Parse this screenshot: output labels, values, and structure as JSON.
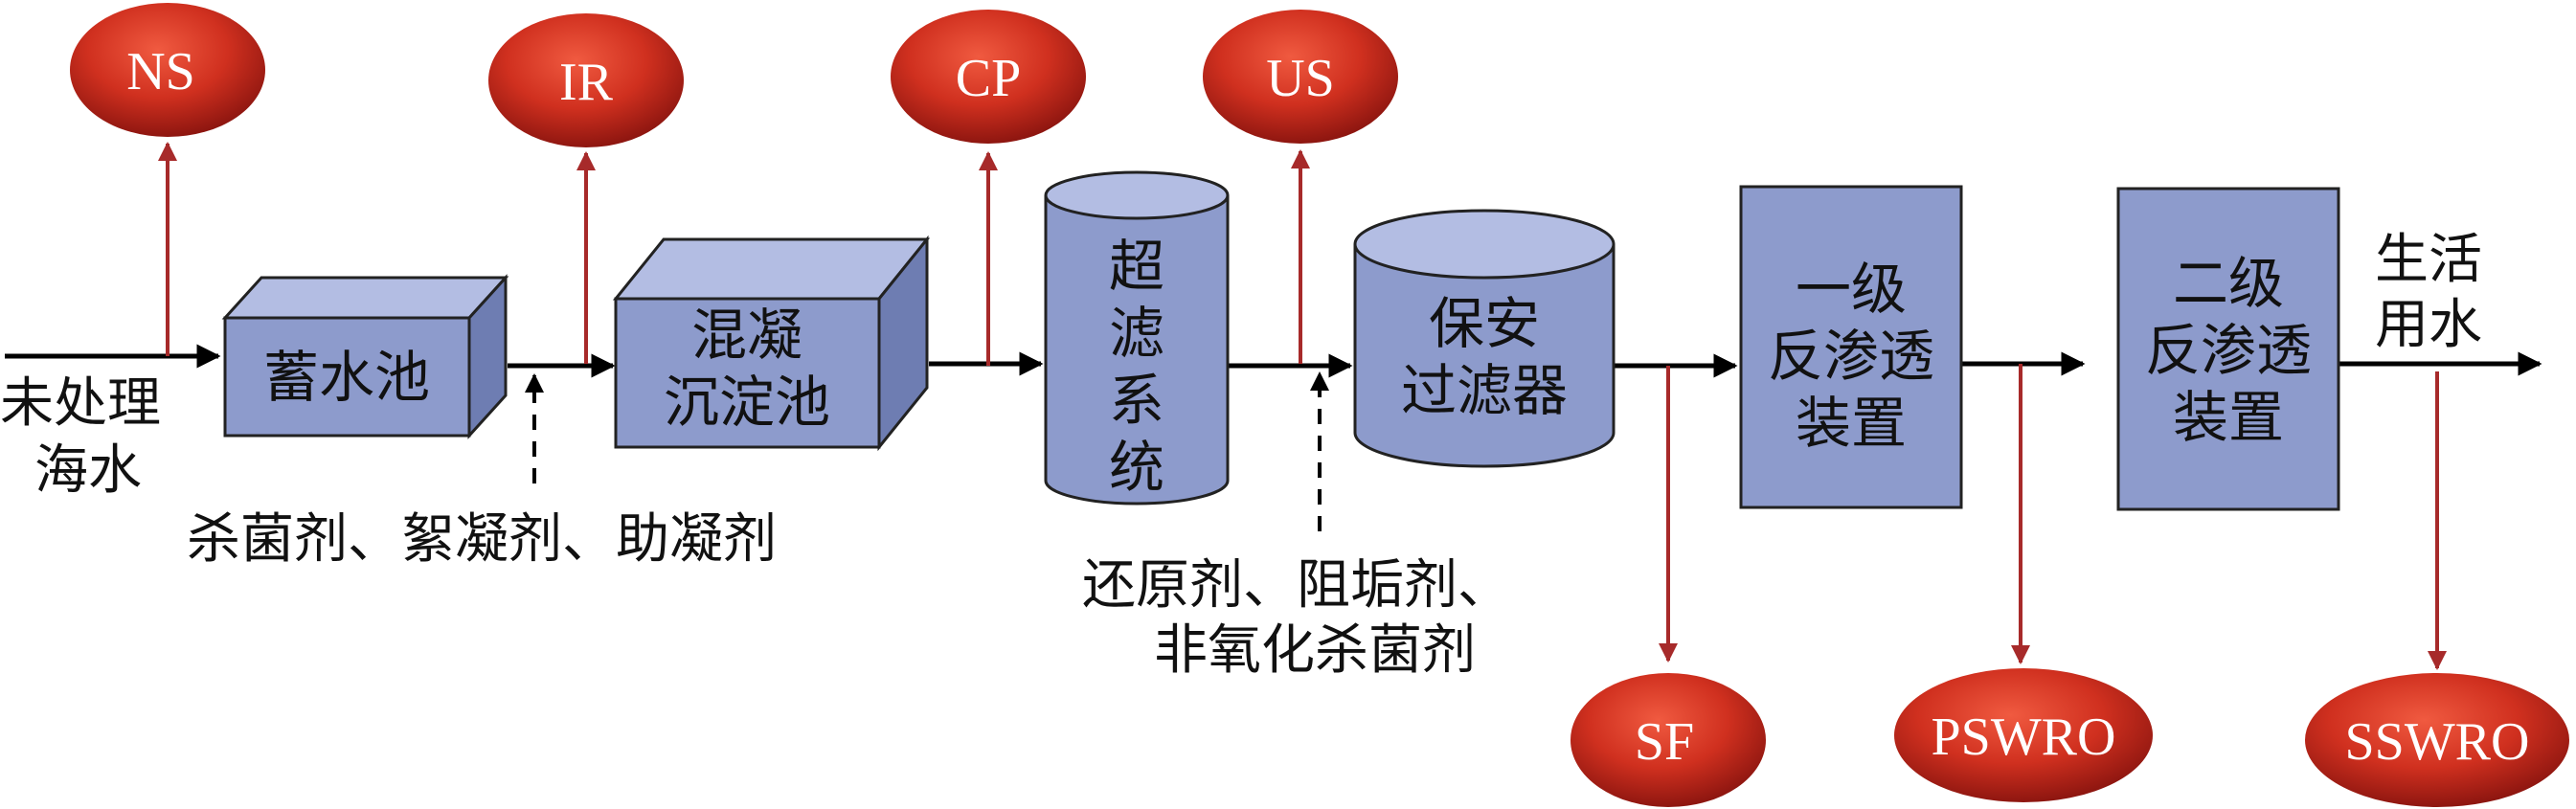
{
  "input": {
    "line1": "未处理",
    "line2": "海水"
  },
  "output": {
    "line1": "生活",
    "line2": "用水"
  },
  "units": {
    "storage_tank": "蓄水池",
    "coag_line1": "混凝",
    "coag_line2": "沉淀池",
    "uf_chars": [
      "超",
      "滤",
      "系",
      "统"
    ],
    "cart_line1": "保安",
    "cart_line2": "过滤器",
    "ro1_line1": "一级",
    "ro1_line2": "反渗透",
    "ro1_line3": "装置",
    "ro2_line1": "二级",
    "ro2_line2": "反渗透",
    "ro2_line3": "装置"
  },
  "chemicals": {
    "dose1": "杀菌剂、絮凝剂、助凝剂",
    "dose2_line1": "还原剂、阻垢剂、",
    "dose2_line2": "非氧化杀菌剂"
  },
  "emissions": {
    "ns": "NS",
    "ir": "IR",
    "cp": "CP",
    "us": "US",
    "sf": "SF",
    "pswro": "PSWRO",
    "sswro": "SSWRO"
  },
  "colors": {
    "box_fill": "#8d9bcc",
    "box_top": "#b3bde3",
    "box_side": "#6e7db2",
    "ellipse_red": "#c4241b",
    "arrow_red": "#a72a2a"
  }
}
